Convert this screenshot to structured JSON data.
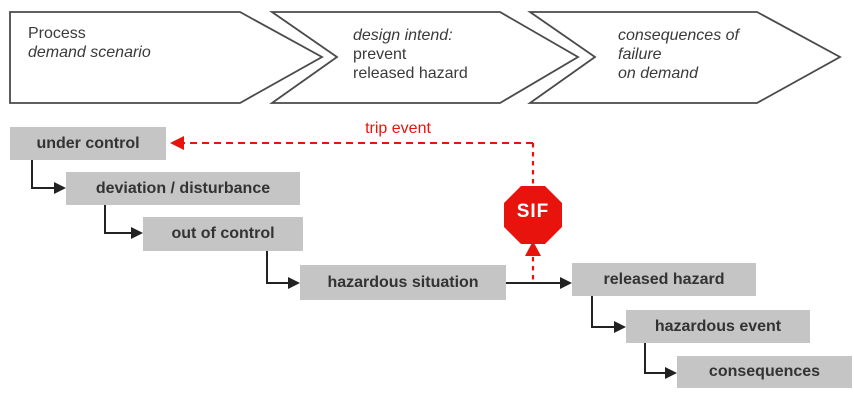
{
  "chevrons": [
    {
      "name": "process-demand-scenario",
      "lines": [
        {
          "text": "Process",
          "italic": false
        },
        {
          "text": "demand scenario",
          "italic": true
        }
      ]
    },
    {
      "name": "design-intend",
      "lines": [
        {
          "text": "design intend:",
          "italic": true
        },
        {
          "text": "prevent",
          "italic": false
        },
        {
          "text": "released hazard",
          "italic": false
        }
      ]
    },
    {
      "name": "consequences-of-failure",
      "lines": [
        {
          "text": "consequences of",
          "italic": true
        },
        {
          "text": "failure",
          "italic": true
        },
        {
          "text": "on demand",
          "italic": true
        }
      ]
    }
  ],
  "boxes": [
    {
      "label": "under control"
    },
    {
      "label": "deviation / disturbance"
    },
    {
      "label": "out of control"
    },
    {
      "label": "hazardous situation"
    },
    {
      "label": "released hazard"
    },
    {
      "label": "hazardous event"
    },
    {
      "label": "consequences"
    }
  ],
  "sif_badge": {
    "label": "SIF"
  },
  "trip_event": {
    "label": "trip event"
  },
  "colors": {
    "box_fill": "#c5c5c5",
    "box_text": "#333333",
    "chevron_outline": "#4a4a4a",
    "connector": "#222222",
    "red": "#e8130c",
    "background": "#ffffff"
  }
}
